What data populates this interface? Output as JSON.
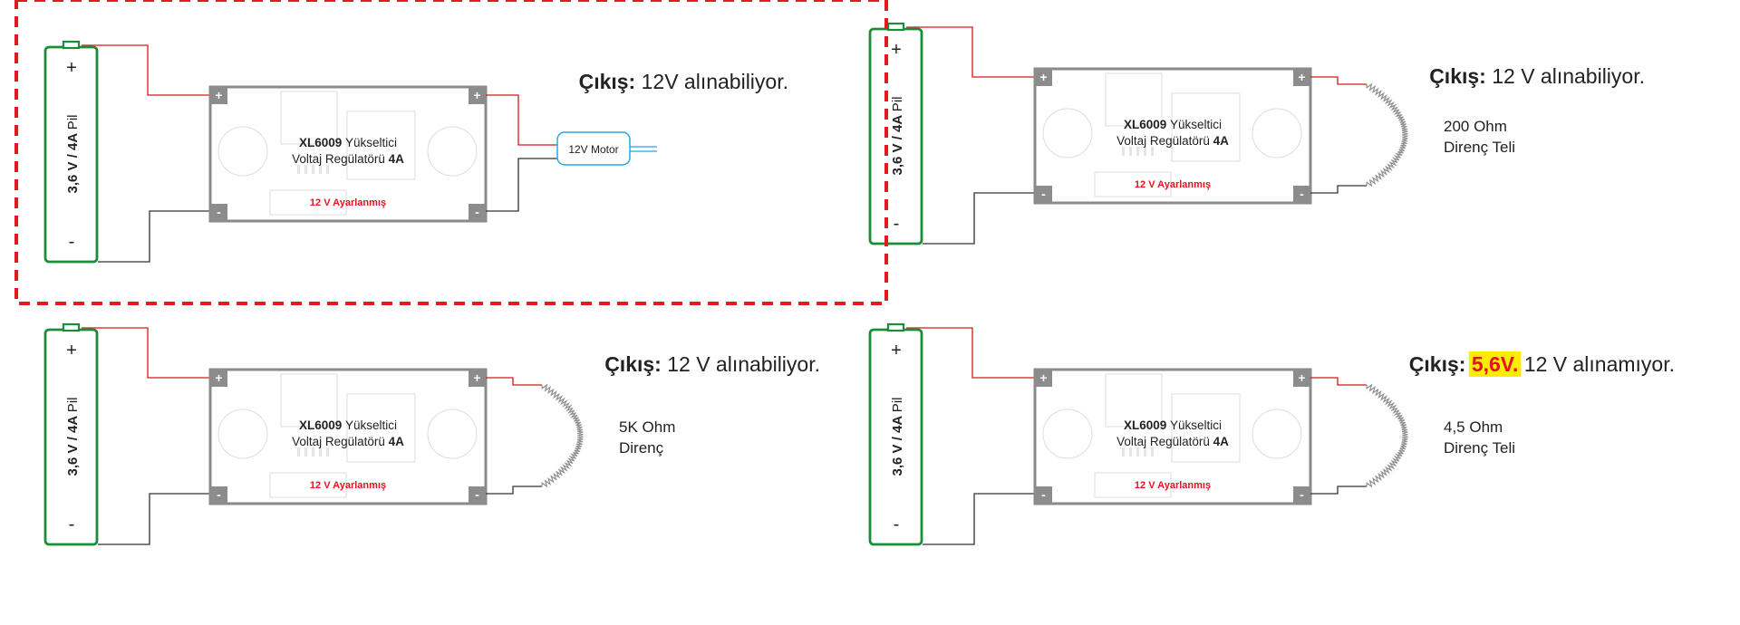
{
  "colors": {
    "battery": "#1c8c3a",
    "pos_wire": "#d8161c",
    "neg_wire": "#333333",
    "board_border": "#8a8a8a",
    "terminal": "#8c8c8c",
    "calibration_text": "#e0151f",
    "motor": "#2aa5de",
    "highlight_bg": "#ffec00",
    "fail_frame": "#e11b22"
  },
  "panels": [
    {
      "battery": {
        "plus": "+",
        "minus": "-",
        "label_bold": "3,6 V / 4A",
        "label_rest": "Pil"
      },
      "board": {
        "model": "XL6009",
        "model_rest": "Yükseltici",
        "line2": "Voltaj Regülatörü",
        "current": "4A",
        "calibration": "12 V Ayarlanmış",
        "term_plus": "+",
        "term_minus": "-"
      },
      "load": {
        "type": "motor",
        "label": "12V Motor"
      },
      "result": {
        "prefix": "Çıkış:",
        "value": "",
        "suffix": "12V alınabiliyor."
      }
    },
    {
      "battery": {
        "plus": "+",
        "minus": "-",
        "label_bold": "3,6 V / 4A",
        "label_rest": "Pil"
      },
      "board": {
        "model": "XL6009",
        "model_rest": "Yükseltici",
        "line2": "Voltaj Regülatörü",
        "current": "4A",
        "calibration": "12 V Ayarlanmış",
        "term_plus": "+",
        "term_minus": "-"
      },
      "load": {
        "type": "resistor",
        "line1": "200 Ohm",
        "line2": "Direnç Teli"
      },
      "result": {
        "prefix": "Çıkış:",
        "value": "",
        "suffix": "12 V alınabiliyor."
      }
    },
    {
      "battery": {
        "plus": "+",
        "minus": "-",
        "label_bold": "3,6 V / 4A",
        "label_rest": "Pil"
      },
      "board": {
        "model": "XL6009",
        "model_rest": "Yükseltici",
        "line2": "Voltaj Regülatörü",
        "current": "4A",
        "calibration": "12 V Ayarlanmış",
        "term_plus": "+",
        "term_minus": "-"
      },
      "load": {
        "type": "resistor",
        "line1": "5K Ohm",
        "line2": "Direnç"
      },
      "result": {
        "prefix": "Çıkış:",
        "value": "",
        "suffix": "12 V alınabiliyor."
      }
    },
    {
      "battery": {
        "plus": "+",
        "minus": "-",
        "label_bold": "3,6 V / 4A",
        "label_rest": "Pil"
      },
      "board": {
        "model": "XL6009",
        "model_rest": "Yükseltici",
        "line2": "Voltaj Regülatörü",
        "current": "4A",
        "calibration": "12 V Ayarlanmış",
        "term_plus": "+",
        "term_minus": "-"
      },
      "load": {
        "type": "resistor",
        "line1": "4,5 Ohm",
        "line2": "Direnç Teli"
      },
      "result": {
        "prefix": "Çıkış:",
        "value": "5,6V.",
        "suffix": "12 V alınamıyor."
      },
      "failed": true
    }
  ]
}
